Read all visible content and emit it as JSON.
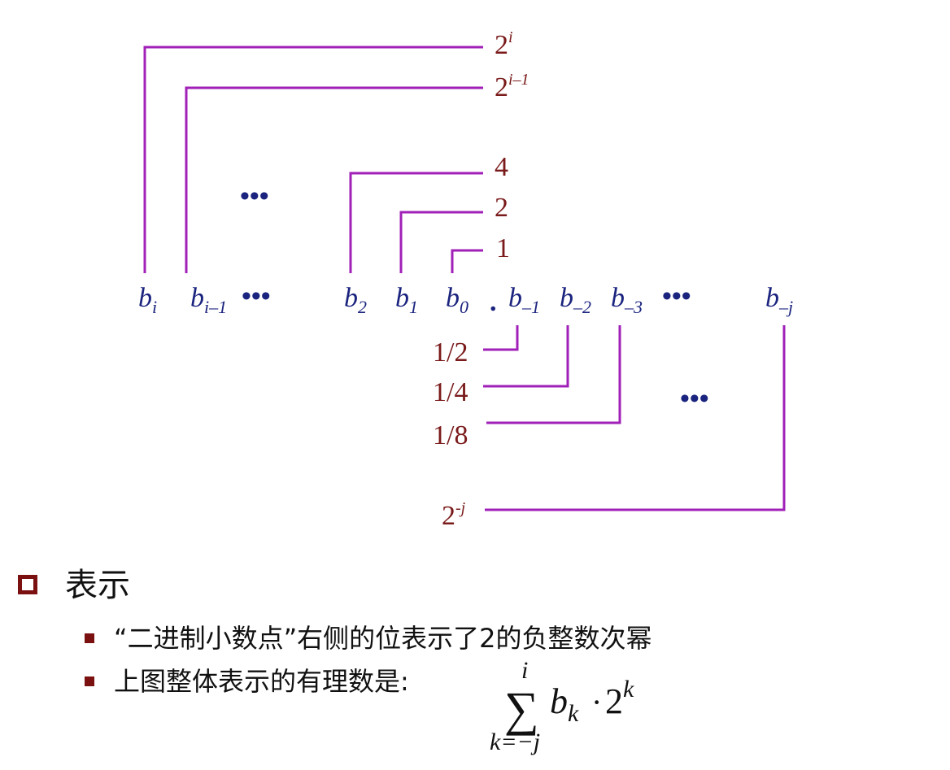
{
  "weights_above": [
    {
      "base": "2",
      "sup": "i"
    },
    {
      "base": "2",
      "sup": "i–1"
    },
    {
      "base": "4",
      "sup": ""
    },
    {
      "base": "2",
      "sup": ""
    },
    {
      "base": "1",
      "sup": ""
    }
  ],
  "weights_below": [
    {
      "base": "1/2",
      "sup": ""
    },
    {
      "base": "1/4",
      "sup": ""
    },
    {
      "base": "1/8",
      "sup": ""
    },
    {
      "base": "2",
      "sup": "-j"
    }
  ],
  "bits": [
    {
      "base": "b",
      "sub": "i",
      "sub_italic": true
    },
    {
      "base": "b",
      "sub": "i–1",
      "sub_italic": true
    },
    {
      "base": "b",
      "sub": "2",
      "sub_italic": false
    },
    {
      "base": "b",
      "sub": "1",
      "sub_italic": false
    },
    {
      "base": "b",
      "sub": "0",
      "sub_italic": false
    },
    {
      "base": "b",
      "sub": "–1",
      "sub_italic": false
    },
    {
      "base": "b",
      "sub": "–2",
      "sub_italic": false
    },
    {
      "base": "b",
      "sub": "–3",
      "sub_italic": false
    },
    {
      "base": "b",
      "sub": "–j",
      "sub_italic": true
    }
  ],
  "binary_point": ".",
  "ellipsis": "•••",
  "colors": {
    "connector": "#a020b8",
    "weight_text": "#7a1a1a",
    "bit_text": "#1a237e",
    "bullet": "#7a1010"
  },
  "section": {
    "title": "表示",
    "bullets": [
      "“二进制小数点”右侧的位表示了2的负整数次幂",
      "上图整体表示的有理数是:"
    ]
  },
  "formula": {
    "sum_symbol": "∑",
    "upper_limit": "i",
    "lower_limit": "k=−j",
    "term_base": "b",
    "term_sub": "k",
    "dot": "·",
    "power_base": "2",
    "power_exp": "k"
  }
}
